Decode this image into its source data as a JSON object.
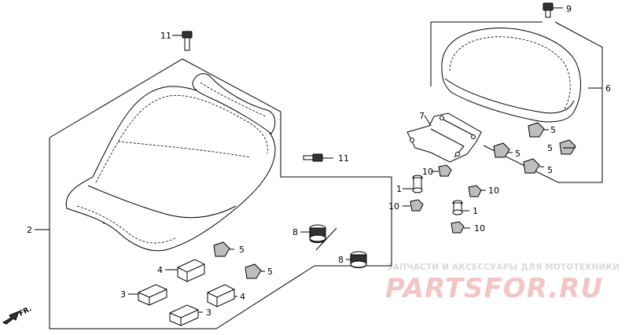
{
  "callouts": {
    "c1a": "1",
    "c1b": "1",
    "c2": "2",
    "c3a": "3",
    "c3b": "3",
    "c4a": "4",
    "c4b": "4",
    "c5a": "5",
    "c5b": "5",
    "c5c": "5",
    "c5d": "5",
    "c5e": "5",
    "c5f": "5",
    "c6": "6",
    "c7": "7",
    "c8a": "8",
    "c8b": "8",
    "c9": "9",
    "c10a": "10",
    "c10b": "10",
    "c10c": "10",
    "c10d": "10",
    "c11a": "11",
    "c11b": "11"
  },
  "watermark": {
    "caption": "ЗАПЧАСТИ И АКСЕССУАРЫ ДЛЯ МОТОТЕХНИКИ",
    "brand": "PARTSFOR.RU"
  },
  "direction_label": "FR."
}
